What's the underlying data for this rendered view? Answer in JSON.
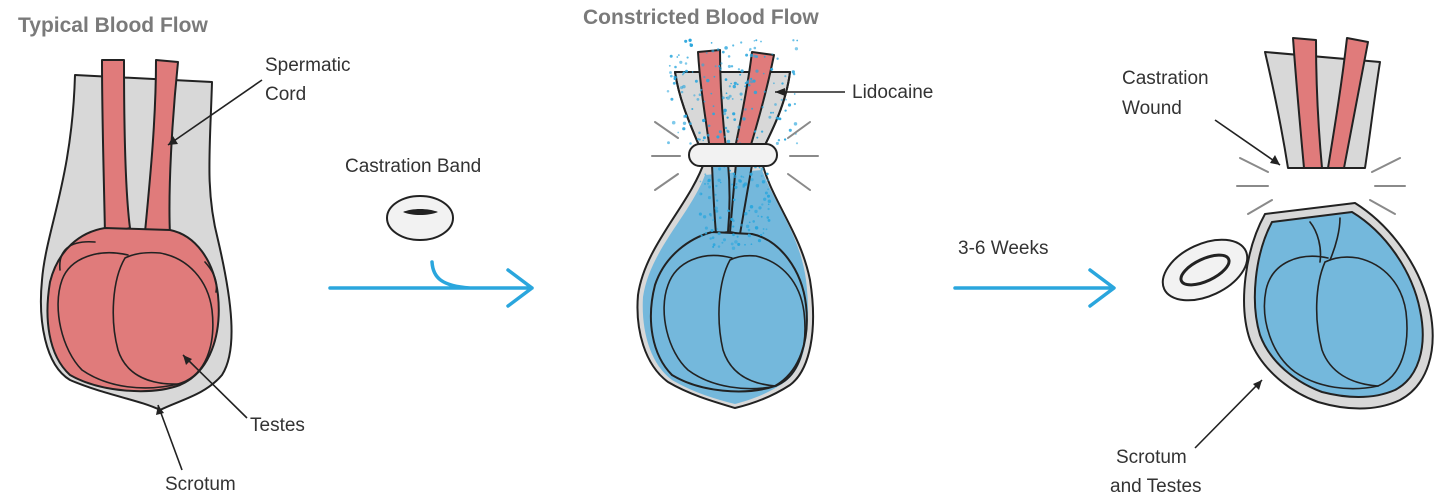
{
  "titles": {
    "typical": "Typical Blood Flow",
    "constricted": "Constricted Blood Flow"
  },
  "labels": {
    "spermatic_cord_line1": "Spermatic",
    "spermatic_cord_line2": "Cord",
    "testes": "Testes",
    "scrotum": "Scrotum",
    "castration_band": "Castration Band",
    "lidocaine": "Lidocaine",
    "duration": "3-6 Weeks",
    "castration_wound_line1": "Castration",
    "castration_wound_line2": "Wound",
    "scrotum_testes_line1": "Scrotum",
    "scrotum_testes_line2": "and Testes"
  },
  "colors": {
    "tissue_red": "#e07b7b",
    "tissue_blue": "#74b8dc",
    "scrotum_gray": "#d8d8d8",
    "arrow_blue": "#2aa6dd",
    "band_white": "#f2f2f2",
    "title_gray": "#7a7a7a"
  }
}
